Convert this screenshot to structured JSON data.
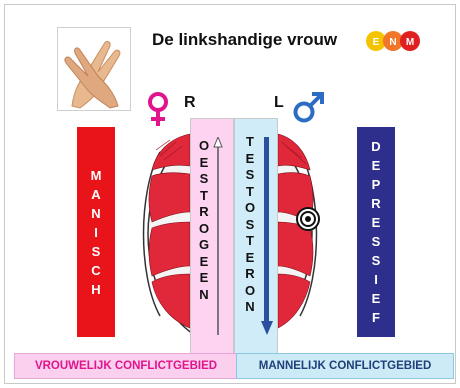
{
  "title": "De linkshandige vrouw",
  "logo": {
    "letters": [
      "E",
      "N",
      "M"
    ],
    "colors": [
      "#f5c400",
      "#f0762a",
      "#e02020"
    ]
  },
  "sides": {
    "left_letter": "R",
    "right_letter": "L"
  },
  "symbols": {
    "female_color": "#e0148c",
    "male_color": "#2b6cc4"
  },
  "left_bar": {
    "word": "MANISCH",
    "color": "#e8141a"
  },
  "right_bar": {
    "word": "DEPRESSIEF",
    "color": "#2e2f8c"
  },
  "left_strip": {
    "word": "OESTROGEEN",
    "color": "#fdd3f1"
  },
  "right_strip": {
    "word": "TESTOSTERON",
    "color": "#cfecf8"
  },
  "bottom": {
    "female_area": "VROUWELIJK CONFLICTGEBIED",
    "male_area": "MANNELIJK CONFLICTGEBIED"
  }
}
